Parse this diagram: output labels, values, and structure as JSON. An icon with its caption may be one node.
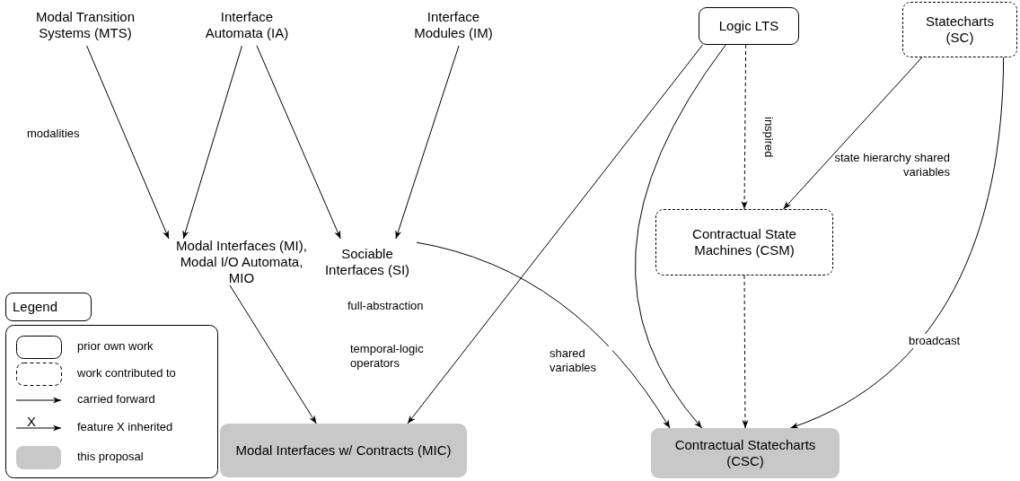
{
  "diagram": {
    "nodes": [
      {
        "text": [
          "Modal Transition Systems (MTS)"
        ]
      },
      {
        "text": [
          "Interface Automata (IA)"
        ]
      },
      {
        "text": [
          "Interface Modules (IM)"
        ]
      },
      {
        "text": [
          "Logic LTS"
        ]
      },
      {
        "text": [
          "Statecharts (SC)"
        ]
      },
      {
        "text": [
          "Modal Interfaces (MI), Modal I/O Automata, MIO"
        ]
      },
      {
        "text": [
          "Sociable Interfaces (SI)"
        ]
      },
      {
        "text": [
          "Contractual State Machines (CSM)"
        ]
      },
      {
        "text": [
          "Modal Interfaces w/ Contracts (MIC)"
        ]
      },
      {
        "text": [
          "Contractual Statecharts (CSC)"
        ]
      }
    ],
    "edges": [
      {
        "from": 0,
        "to": 5,
        "arrow": "to",
        "label": "modalities"
      },
      {
        "from": 1,
        "to": 5,
        "arrow": "to"
      },
      {
        "from": 1,
        "to": 6,
        "arrow": "to"
      },
      {
        "from": 2,
        "to": 6,
        "arrow": "to"
      },
      {
        "from": 5,
        "to": 8,
        "arrow": "to"
      },
      {
        "from": 3,
        "to": 8,
        "arrow": "to",
        "label": "full-abstraction"
      },
      {
        "from": 6,
        "to": 9,
        "arrow": "to",
        "label": "shared variables"
      },
      {
        "from": 3,
        "to": 9,
        "arrow": "to"
      },
      {
        "from": 3,
        "to": 7,
        "arrow": "to",
        "label": "inspired",
        "style": "dashed"
      },
      {
        "from": 4,
        "to": 7,
        "arrow": "to",
        "label": "state hierarchy shared variables"
      },
      {
        "from": 4,
        "to": 9,
        "arrow": "to",
        "label": "broadcast"
      },
      {
        "from": 7,
        "to": 9,
        "arrow": "to",
        "style": "dashed"
      }
    ],
    "labels": [
      "Legend",
      "temporal-logic operators",
      "X"
    ],
    "legend": [
      {
        "text": "prior own work"
      },
      {
        "text": "work contributed to"
      },
      {
        "text": "carried forward"
      },
      {
        "text": "feature X inherited"
      },
      {
        "text": "this proposal",
        "color": "#c8c8c8"
      }
    ]
  }
}
